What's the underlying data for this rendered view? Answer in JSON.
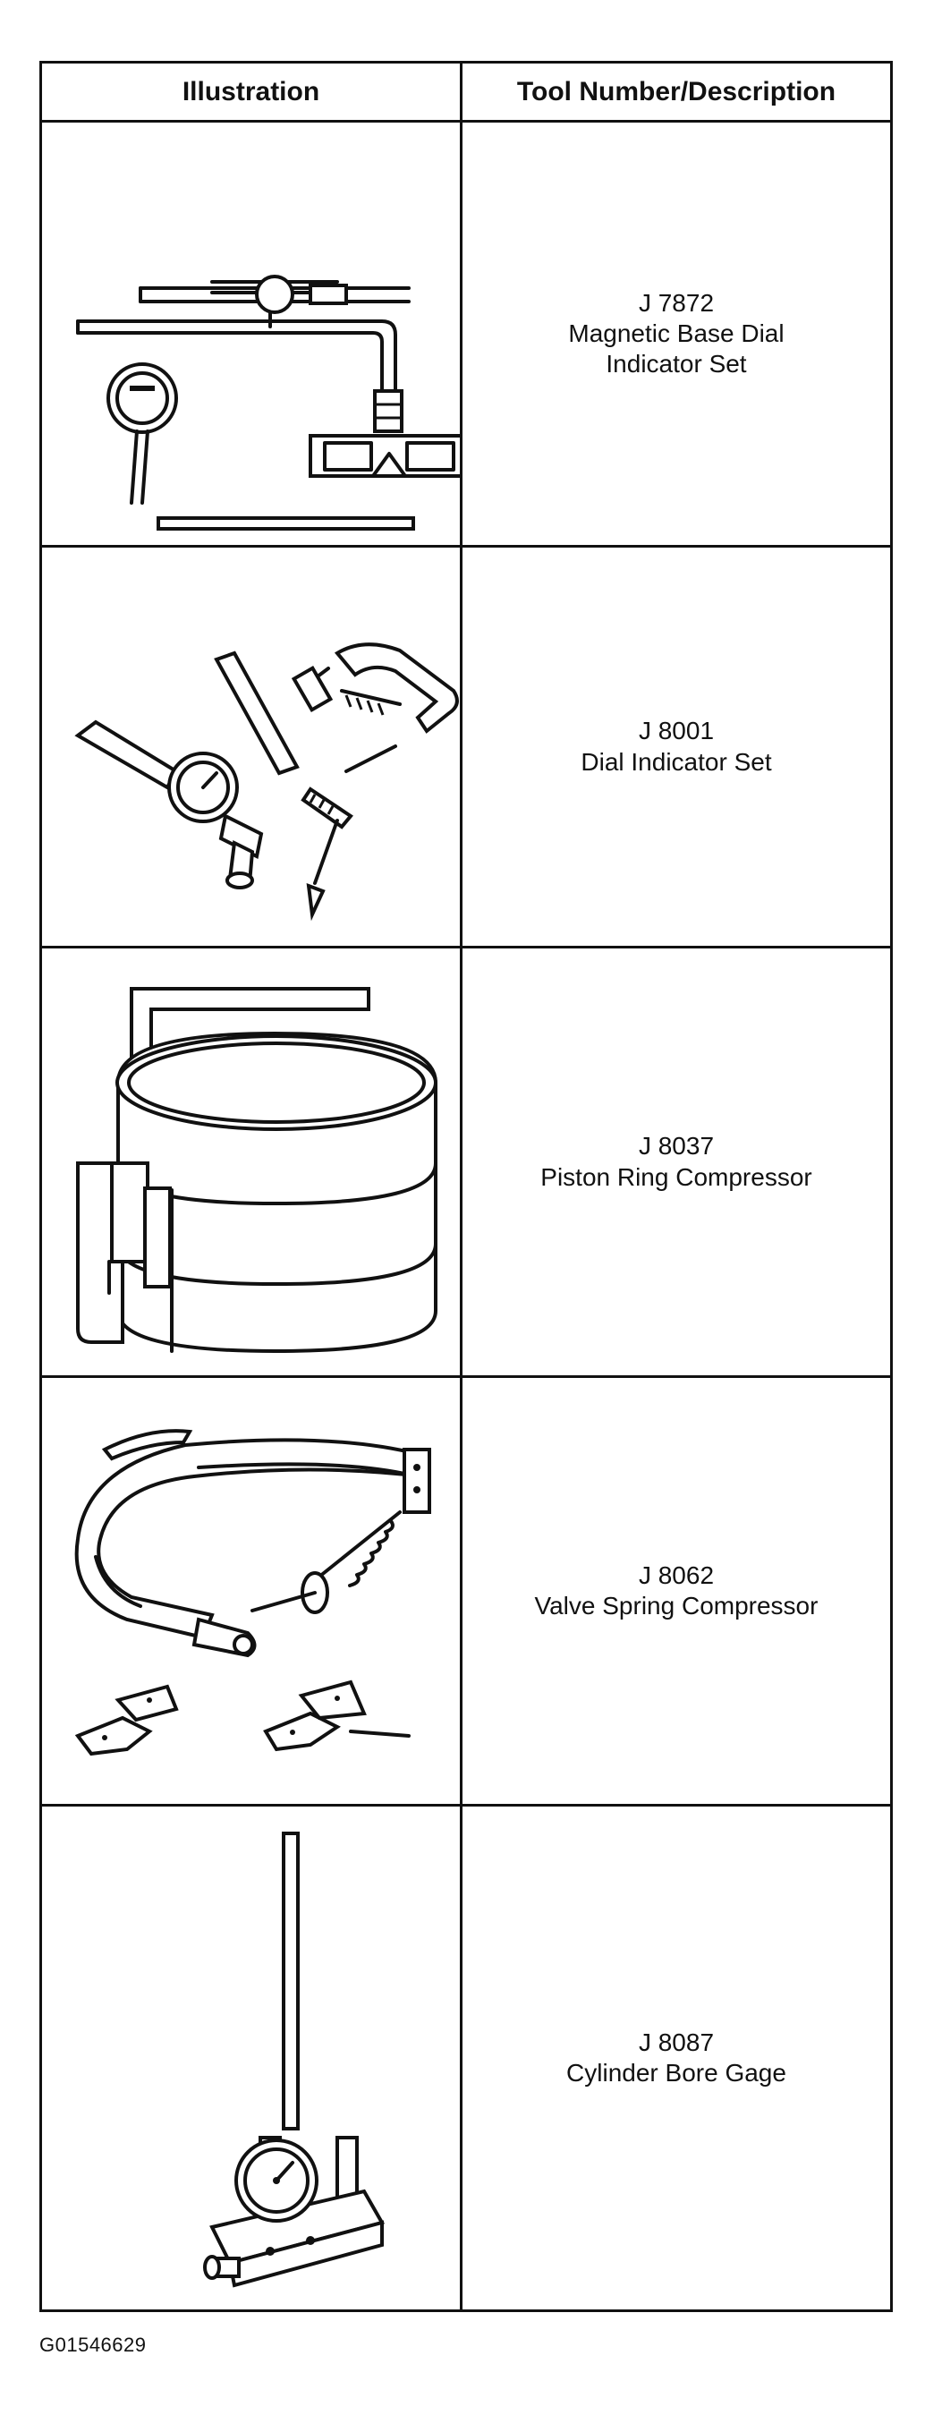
{
  "table": {
    "headers": {
      "illustration": "Illustration",
      "tool": "Tool Number/Description"
    },
    "rows": [
      {
        "number": "J 7872",
        "description": "Magnetic Base Dial\nIndicator Set",
        "icon": "magnetic-base-dial-indicator-icon"
      },
      {
        "number": "J 8001",
        "description": "Dial Indicator Set",
        "icon": "dial-indicator-set-icon"
      },
      {
        "number": "J 8037",
        "description": "Piston Ring Compressor",
        "icon": "piston-ring-compressor-icon"
      },
      {
        "number": "J 8062",
        "description": "Valve Spring Compressor",
        "icon": "valve-spring-compressor-icon"
      },
      {
        "number": "J 8087",
        "description": "Cylinder Bore Gage",
        "icon": "cylinder-bore-gage-icon"
      }
    ]
  },
  "caption": "G01546629"
}
